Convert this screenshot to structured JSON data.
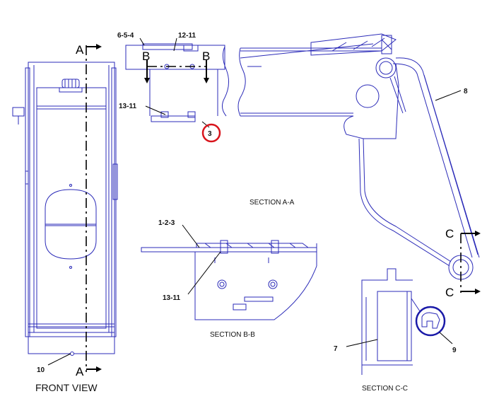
{
  "views": {
    "front": "FRONT VIEW",
    "section_aa": "SECTION A-A",
    "section_bb": "SECTION B-B",
    "section_cc": "SECTION C-C"
  },
  "cut_markers": {
    "a_top": "A",
    "a_bottom": "A",
    "b_left": "B",
    "b_right": "B",
    "c_top": "C",
    "c_bottom": "C"
  },
  "callouts": {
    "c_6_5_4": "6-5-4",
    "c_12_11": "12-11",
    "c_13_11_top": "13-11",
    "c_3": "3",
    "c_8": "8",
    "c_1_2_3": "1-2-3",
    "c_13_11_bottom": "13-11",
    "c_10": "10",
    "c_7": "7",
    "c_9": "9"
  },
  "colors": {
    "part_lines": "#2b2bb8",
    "highlight_callout": "#d8141c",
    "detail_circle": "#1a1aa8"
  }
}
